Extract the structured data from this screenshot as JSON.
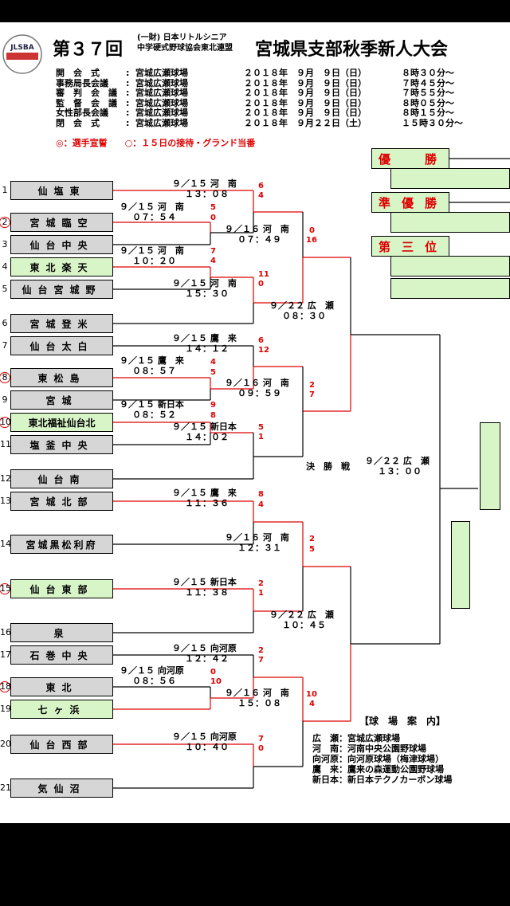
{
  "header": {
    "main_title_left": "第３７回",
    "org_line1": "(一財) 日本リトルシニア",
    "org_line2": "中学硬式野球協会東北連盟",
    "main_title_right": "宮城県支部秋季新人大会",
    "logo_text": "JLSBA"
  },
  "schedule": [
    {
      "label": "開　会　式",
      "venue": "宮城広瀬球場",
      "date": "２０１８年　９月　９日（日）",
      "time": "８時３０分～"
    },
    {
      "label": "事務局長会議",
      "venue": "宮城広瀬球場",
      "date": "２０１８年　９月　９日（日）",
      "time": "７時４５分～"
    },
    {
      "label": "審　判　会　議",
      "venue": "宮城広瀬球場",
      "date": "２０１８年　９月　９日（日）",
      "time": "７時５５分～"
    },
    {
      "label": "監　督　会　議",
      "venue": "宮城広瀬球場",
      "date": "２０１８年　９月　９日（日）",
      "time": "８時０５分～"
    },
    {
      "label": "女性部長会議",
      "venue": "宮城広瀬球場",
      "date": "２０１８年　９月　９日（日）",
      "time": "８時１５分～"
    },
    {
      "label": "閉　会　式",
      "venue": "宮城広瀬球場",
      "date": "２０１８年　９月２２日（土）",
      "time": "１５時３０分～"
    }
  ],
  "legend": "◎：選手宣誓　　○：１５日の接待・グランド当番",
  "teams": [
    {
      "num": "1",
      "name": "仙塩東",
      "color": "grey",
      "circle": false
    },
    {
      "num": "2",
      "name": "宮城臨空",
      "color": "grey",
      "circle": true
    },
    {
      "num": "3",
      "name": "仙台中央",
      "color": "grey",
      "circle": false
    },
    {
      "num": "4",
      "name": "東北楽天",
      "color": "green",
      "circle": false
    },
    {
      "num": "5",
      "name": "仙台宮城野",
      "color": "grey",
      "circle": false
    },
    {
      "num": "6",
      "name": "宮城登米",
      "color": "grey",
      "circle": false
    },
    {
      "num": "7",
      "name": "仙台太白",
      "color": "grey",
      "circle": false
    },
    {
      "num": "8",
      "name": "東松島",
      "color": "grey",
      "circle": true
    },
    {
      "num": "9",
      "name": "宮城",
      "color": "grey",
      "circle": false
    },
    {
      "num": "10",
      "name": "東北福祉仙台北",
      "color": "green",
      "circle": true
    },
    {
      "num": "11",
      "name": "塩釜中央",
      "color": "grey",
      "circle": false
    },
    {
      "num": "12",
      "name": "仙台南",
      "color": "grey",
      "circle": false
    },
    {
      "num": "13",
      "name": "宮城北部",
      "color": "grey",
      "circle": false
    },
    {
      "num": "14",
      "name": "宮城黒松利府",
      "color": "grey",
      "circle": false
    },
    {
      "num": "15",
      "name": "仙台東部",
      "color": "green",
      "circle": true
    },
    {
      "num": "16",
      "name": "泉",
      "color": "grey",
      "circle": false
    },
    {
      "num": "17",
      "name": "石巻中央",
      "color": "grey",
      "circle": false
    },
    {
      "num": "18",
      "name": "東北",
      "color": "grey",
      "circle": true
    },
    {
      "num": "19",
      "name": "七ヶ浜",
      "color": "green",
      "circle": false
    },
    {
      "num": "20",
      "name": "仙台西部",
      "color": "grey",
      "circle": false
    },
    {
      "num": "21",
      "name": "気仙沼",
      "color": "grey",
      "circle": false
    }
  ],
  "matches": [
    {
      "id": "m_a",
      "date": "９／１５ 河　南",
      "time": "１３：０８"
    },
    {
      "id": "m_b",
      "date": "９／１５ 河　南",
      "time": "０７：５４"
    },
    {
      "id": "m_c",
      "date": "９／１５ 河　南",
      "time": "１０：２０"
    },
    {
      "id": "m_d",
      "date": "９／１５ 河　南",
      "time": "１５：３０"
    },
    {
      "id": "m_e",
      "date": "９／１６ 河　南",
      "time": "０７：４９"
    },
    {
      "id": "m_f",
      "date": "９／２２ 広　瀬",
      "time": "０８：３０"
    },
    {
      "id": "m_g",
      "date": "９／１５ 鷹　来",
      "time": "１４：１２"
    },
    {
      "id": "m_h",
      "date": "９／１５ 鷹　来",
      "time": "０８：５７"
    },
    {
      "id": "m_i",
      "date": "９／１５ 新日本",
      "time": "０８：５２"
    },
    {
      "id": "m_j",
      "date": "９／１５ 新日本",
      "time": "１４：０２"
    },
    {
      "id": "m_k",
      "date": "９／１６ 河　南",
      "time": "０９：５９"
    },
    {
      "id": "m_l",
      "date": "９／２２ 広　瀬",
      "time": "１３：００"
    },
    {
      "id": "m_m",
      "date": "９／１５ 鷹　来",
      "time": "１１：３６"
    },
    {
      "id": "m_n",
      "date": "９／１６ 河　南",
      "time": "１２：３１"
    },
    {
      "id": "m_o",
      "date": "９／１５ 新日本",
      "time": "１１：３８"
    },
    {
      "id": "m_p",
      "date": "９／２２ 広　瀬",
      "time": "１０：４５"
    },
    {
      "id": "m_q",
      "date": "９／１５ 向河原",
      "time": "１２：４２"
    },
    {
      "id": "m_r",
      "date": "９／１５ 向河原",
      "time": "０８：５６"
    },
    {
      "id": "m_s",
      "date": "９／１６ 河　南",
      "time": "１５：０８"
    },
    {
      "id": "m_t",
      "date": "９／１５ 向河原",
      "time": "１０：４０"
    }
  ],
  "final_label": "決　勝　戦",
  "scores": [
    "6",
    "4",
    "5",
    "0",
    "7",
    "4",
    "11",
    "0",
    "0",
    "16",
    "6",
    "12",
    "4",
    "5",
    "9",
    "8",
    "5",
    "1",
    "2",
    "7",
    "8",
    "4",
    "2",
    "5",
    "2",
    "1",
    "2",
    "7",
    "0",
    "10",
    "10",
    "4",
    "7",
    "0"
  ],
  "results": {
    "first": "優　勝",
    "second": "準優勝",
    "third": "第三位"
  },
  "venue_guide": {
    "title": "【球　場　案　内】",
    "rows": [
      "広　瀬：宮城広瀬球場",
      "河　南：河南中央公園野球場",
      "向河原：向河原球場（梅津球場）",
      "鷹　来：鷹来の森運動公園野球場",
      "新日本：新日本テクノカーボン球場"
    ]
  },
  "colors": {
    "win_line": "#dd0000",
    "line": "#000000",
    "team_grey": "#d6d6d6",
    "team_green": "#d8f5c8"
  }
}
